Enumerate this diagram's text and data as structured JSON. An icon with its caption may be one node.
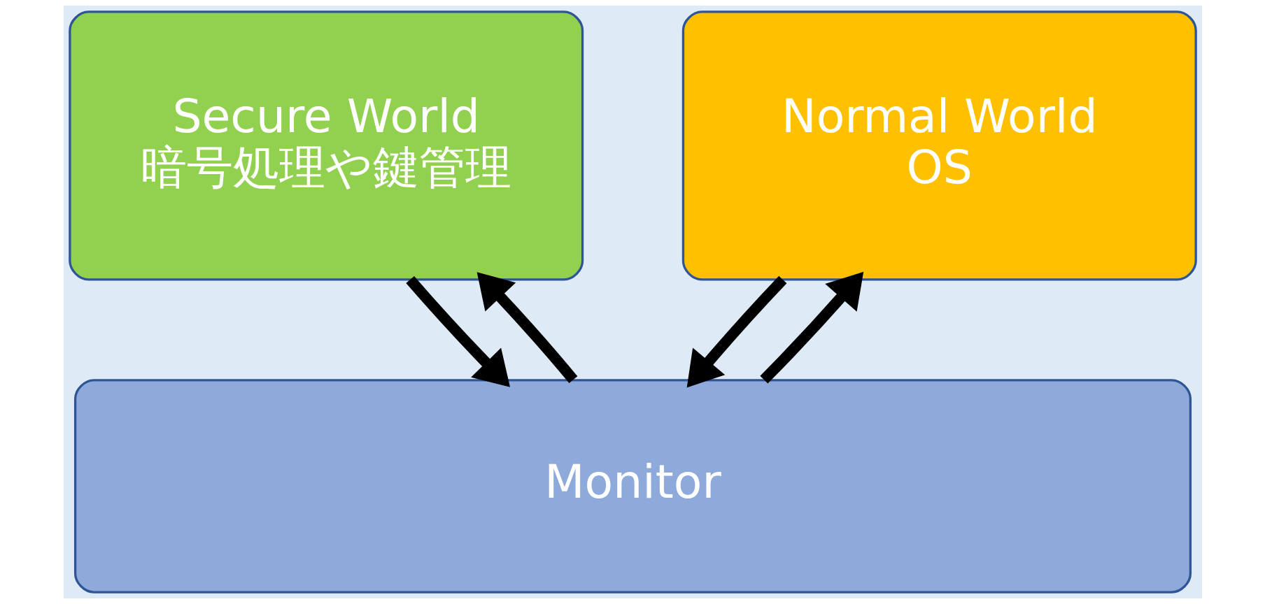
{
  "diagram": {
    "nodes": [
      {
        "text": [
          "Secure World",
          "暗号処理や鍵管理"
        ]
      },
      {
        "text": [
          "Normal World",
          "OS"
        ]
      },
      {
        "text": [
          "Monitor"
        ]
      }
    ],
    "edges": [
      {
        "from": 2,
        "to": 0,
        "arrow": "to"
      },
      {
        "from": 0,
        "to": 2,
        "arrow": "to"
      },
      {
        "from": 2,
        "to": 1,
        "arrow": "to"
      },
      {
        "from": 1,
        "to": 2,
        "arrow": "to"
      }
    ]
  }
}
